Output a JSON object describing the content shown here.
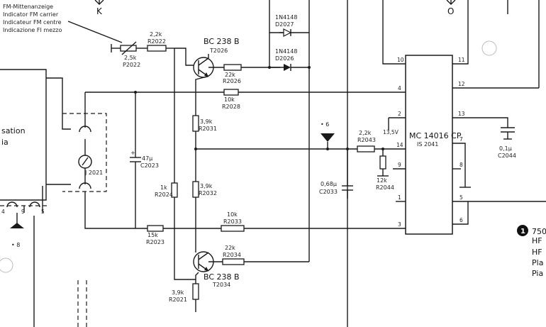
{
  "labels": {
    "ann_l1": "FM-Mittenanzeige",
    "ann_l2": "Indicator FM carrier",
    "ann_l3": "Indicateur FM centre",
    "ann_l4": "Indicazione FI mezzo",
    "k": "K",
    "o": "O",
    "sation": "sation",
    "ia": "ia",
    "p2022_v": "2,5k",
    "p2022_n": "P2022",
    "r2022_v": "2,2k",
    "r2022_n": "R2022",
    "t2026_t": "BC 238 B",
    "t2026_n": "T2026",
    "d2027_t": "1N4148",
    "d2027_n": "D2027",
    "d2026_t": "1N4148",
    "d2026_n": "D2026",
    "r2026_v": "22k",
    "r2026_n": "R2026",
    "r2028_v": "10k",
    "r2028_n": "R2028",
    "r2031_v": "3,9k",
    "r2031_n": "R2031",
    "c2023_v": "47µ",
    "c2023_n": "C2023",
    "c2023_plus": "+",
    "j2021": "J 2021",
    "r2024_v": "1k",
    "r2024_n": "R2024",
    "r2032_v": "3,9k",
    "r2032_n": "R2032",
    "r2033_v": "10k",
    "r2033_n": "R2033",
    "r2023_v": "15k",
    "r2023_n": "R2023",
    "r2034_v": "22k",
    "r2034_n": "R2034",
    "t2034_t": "BC 238 B",
    "t2034_n": "T2034",
    "r2021_v": "3,9k",
    "r2021_n": "R2021",
    "c2033_v": "0,68µ",
    "c2033_n": "C2033",
    "r2043_v": "2,2k",
    "r2043_n": "R2043",
    "r2043_x": "13,5V",
    "r2044_v": "12k",
    "r2044_n": "R2044",
    "ic_t": "MC 14016 CP",
    "ic_n": "IS 2041",
    "c2044_v": "0,1µ",
    "c2044_n": "C2044",
    "gnd6": "• 6",
    "gnd8": "• 8",
    "conn_4": "4",
    "conn_9": "9",
    "conn_5": "5",
    "pin10": "10",
    "pin11": "11",
    "pin4": "4",
    "pin12": "12",
    "pin2": "2",
    "pin13": "13",
    "pin14": "14",
    "pin7": "7",
    "pin9": "9",
    "pin8": "8",
    "pin1": "1",
    "pin5": "5",
    "pin3": "3",
    "pin6": "6",
    "note_num": "1",
    "note_l1": "750",
    "note_l2": "HF",
    "note_l3": "HF",
    "note_l4": "Pla",
    "note_l5": "Pia"
  }
}
